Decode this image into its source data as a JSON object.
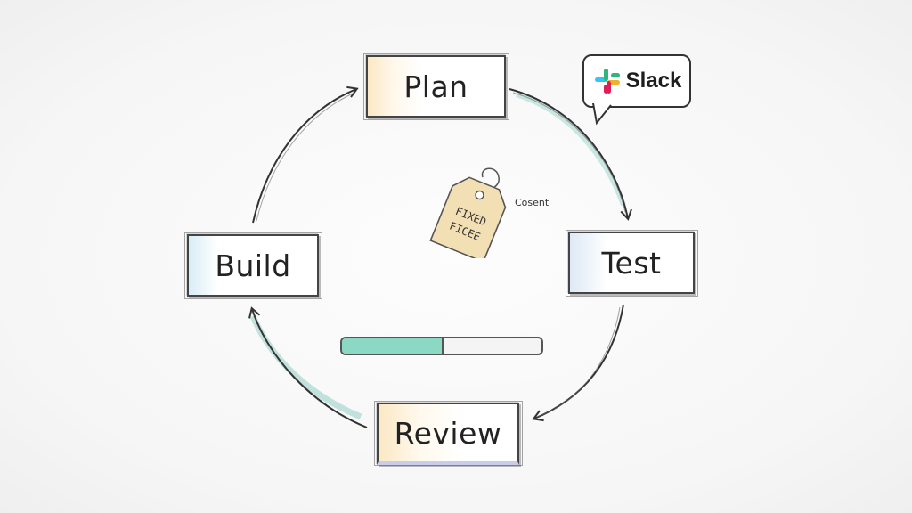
{
  "stages": {
    "plan": "Plan",
    "test": "Test",
    "review": "Review",
    "build": "Build"
  },
  "slack": {
    "label": "Slack",
    "icon": "slack-logo-icon"
  },
  "price_tag": {
    "line1": "FIXED",
    "line2": "FICEE",
    "side_label": "Cosent"
  },
  "progress": {
    "fraction": 0.5,
    "fill_color": "#8bd8c5"
  },
  "colors": {
    "plan_accent": "#fbe8c4",
    "test_accent": "#dde9f5",
    "build_accent": "#d9ecf6",
    "review_accent": "#c7cdea",
    "arrow_teal": "#a9d9d0"
  }
}
